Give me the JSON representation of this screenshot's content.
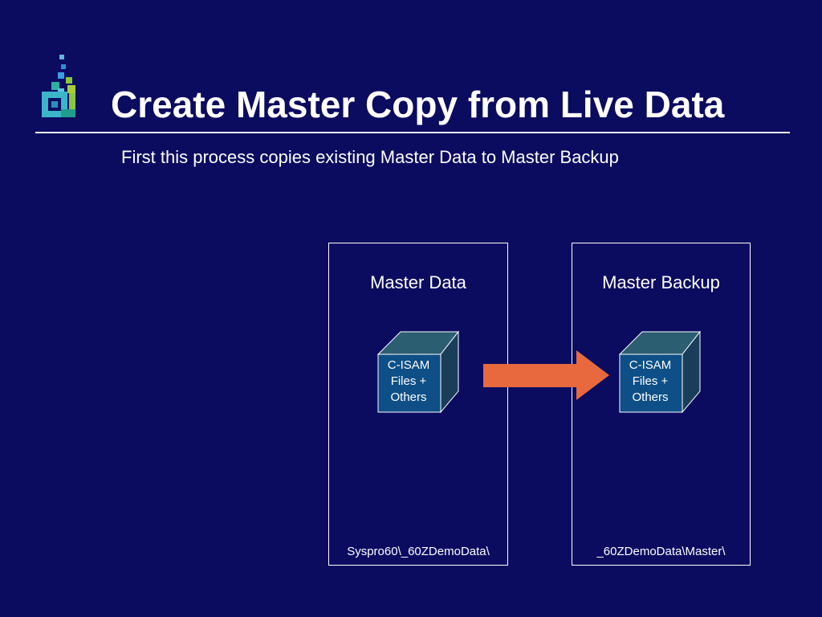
{
  "slide": {
    "title": "Create Master Copy from Live Data",
    "subtitle": "First this process copies existing Master Data to Master Backup"
  },
  "diagram": {
    "source": {
      "title": "Master Data",
      "path": "Syspro60\\_60ZDemoData\\",
      "box_lines": [
        "C-ISAM",
        "Files +",
        "Others"
      ]
    },
    "target": {
      "title": "Master Backup",
      "path": "_60ZDemoData\\Master\\",
      "box_lines": [
        "C-ISAM",
        "Files +",
        "Others"
      ]
    },
    "arrow_color": "#e8693e"
  },
  "colors": {
    "background": "#0b0b60",
    "cube_front": "#0d4f86",
    "cube_top": "#2c5e72",
    "cube_side": "#1a3e5a"
  }
}
